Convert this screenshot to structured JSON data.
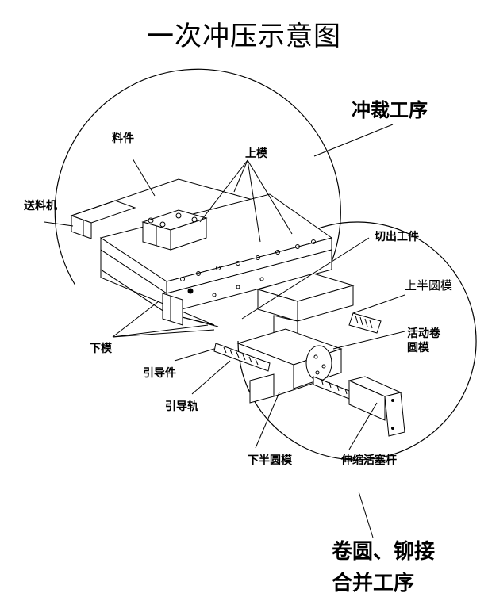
{
  "title": "一次冲压示意图",
  "process_labels": {
    "punching": "冲裁工序",
    "rolling_line1": "卷圆、铆接",
    "rolling_line2": "合并工序"
  },
  "part_labels": {
    "material": "料件",
    "feeder": "送料机",
    "upper_die": "上模",
    "lower_die": "下模",
    "cut_workpiece": "切出工件",
    "upper_half_round_die": "上半圆模",
    "movable_rolling_die_line1": "活动卷",
    "movable_rolling_die_line2": "圆模",
    "guide_piece": "引导件",
    "guide_rail": "引导轨",
    "lower_half_round_die": "下半圆模",
    "piston_rod": "伸缩活塞杆"
  },
  "colors": {
    "line": "#000000",
    "background": "#ffffff"
  }
}
